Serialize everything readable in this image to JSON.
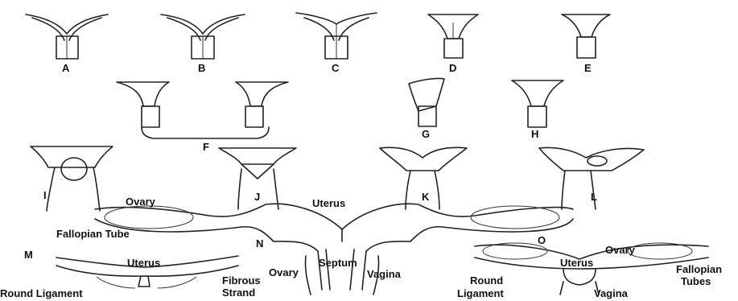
{
  "figure_letters": {
    "a": "A",
    "b": "B",
    "c": "C",
    "d": "D",
    "e": "E",
    "f": "F",
    "g": "G",
    "h": "H",
    "i": "I",
    "j": "J",
    "k": "K",
    "l": "L",
    "m": "M",
    "n": "N",
    "o": "O"
  },
  "anatomy_labels": {
    "ovary_n": "Ovary",
    "uterus_n": "Uterus",
    "fallopian_tube_n": "Fallopian Tube",
    "septum": "Septum",
    "vagina_n": "Vagina",
    "uterus_m": "Uterus",
    "round_ligament_m": "Round Ligament",
    "ovary_m": "Ovary",
    "fibrous_strand_1": "Fibrous",
    "fibrous_strand_2": "Strand",
    "ovary_o": "Ovary",
    "uterus_o": "Uterus",
    "fallopian_tubes_1": "Fallopian",
    "fallopian_tubes_2": "Tubes",
    "round_ligament_o_1": "Round",
    "round_ligament_o_2": "Ligament",
    "vagina_o": "Vagina"
  },
  "colors": {
    "ink": "#222222",
    "background": "#ffffff"
  }
}
